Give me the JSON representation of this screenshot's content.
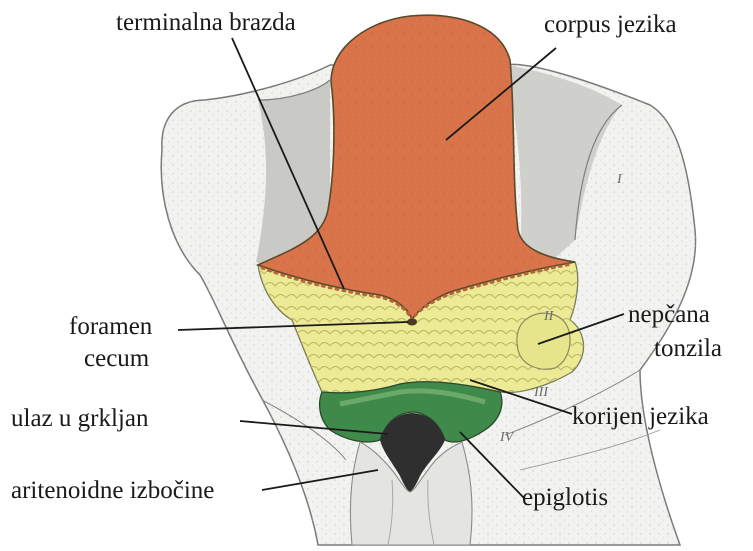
{
  "labels": {
    "terminalna_brazda": "terminalna brazda",
    "corpus_jezika": "corpus jezika",
    "foramen": "foramen",
    "cecum": "cecum",
    "nepcana": "nepčana",
    "tonzila": "tonzila",
    "korijen_jezika": "korijen jezika",
    "ulaz_u_grkljan": "ulaz u grkljan",
    "aritenoidne_izbocine": "aritenoidne izbočine",
    "epiglotis": "epiglotis"
  },
  "arch_numerals": {
    "i": "I",
    "ii": "II",
    "iii": "III",
    "iv": "IV"
  },
  "colors": {
    "corpus": "#d8734a",
    "root": "#ecea94",
    "epiglottis": "#3f8a4a",
    "arches": "#f2f2f0",
    "laryngeal_opening": "#2f2f2f"
  }
}
